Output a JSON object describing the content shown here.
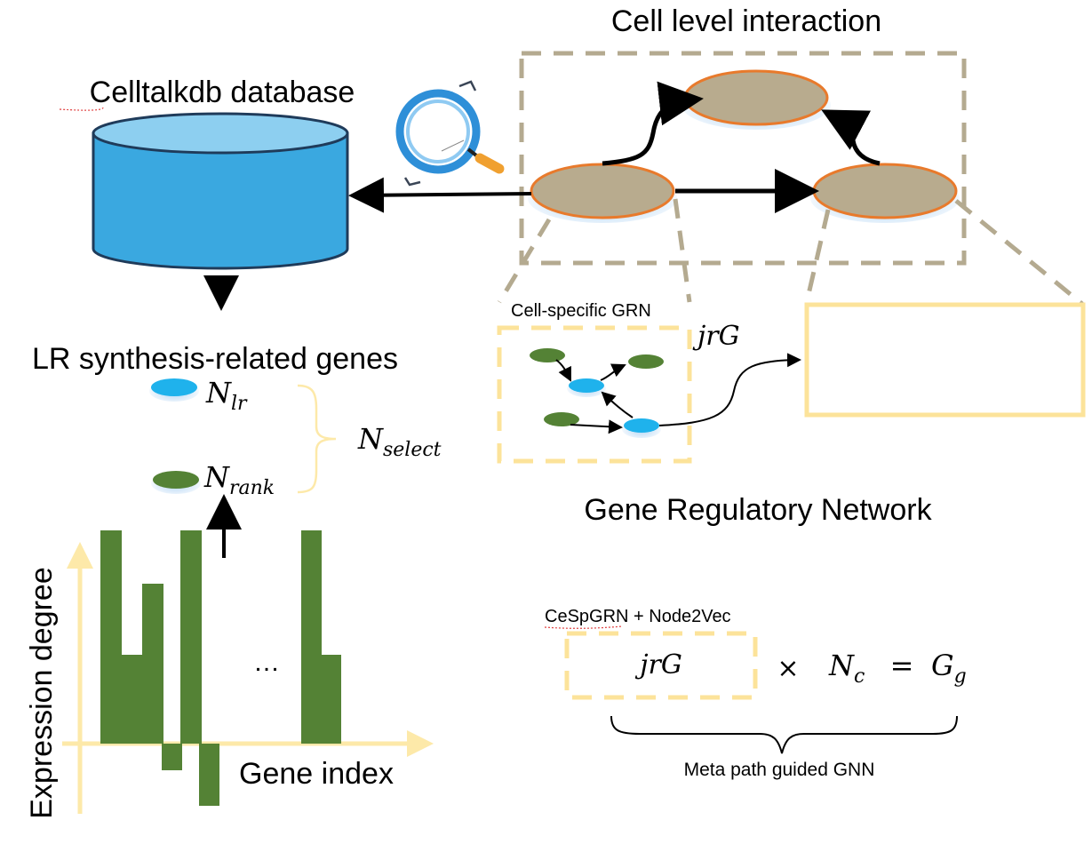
{
  "labels": {
    "cell_level_interaction": "Cell level interaction",
    "database_title": "Celltalkdb database",
    "lr_genes": "LR synthesis-related genes",
    "cell_specific_grn": "Cell-specific GRN",
    "gene_regulatory_network": "Gene Regulatory Network",
    "cespgrn_node2vec": "CeSpGRN + Node2Vec",
    "meta_path_gnn": "Meta path guided GNN",
    "gene_index": "Gene index",
    "expression_degree": "Expression degree",
    "ellipsis": "…"
  },
  "math": {
    "jrg": "jrG",
    "jrg_box": "jrG",
    "n_lr": {
      "base": "N",
      "sub": "lr"
    },
    "n_rank": {
      "base": "N",
      "sub": "rank"
    },
    "n_select": {
      "base": "N",
      "sub": "select"
    },
    "times": "×",
    "n_c": {
      "base": "N",
      "sub": "c"
    },
    "equals": "=",
    "g_g": {
      "base": "G",
      "sub": "g"
    }
  },
  "colors": {
    "cylinder_body": "#3aa8e0",
    "cylinder_top": "#8dcff0",
    "cell_fill": "#b8ab8e",
    "cell_stroke": "#e87a2c",
    "dash_gray": "#b4aa90",
    "dash_yellow": "#fce39a",
    "gene_green": "#548235",
    "gene_blue": "#1fb2ec",
    "bar_green": "#548235",
    "axis_yellow": "#fde9a9"
  },
  "chart_data": {
    "type": "bar",
    "xlabel": "Gene index",
    "ylabel": "Expression degree",
    "values": [
      2.4,
      1.0,
      1.8,
      -0.3,
      2.4,
      -0.7,
      2.4,
      1.0
    ],
    "note": "bars read relative to the baseline; the ellipsis marks omitted genes"
  }
}
